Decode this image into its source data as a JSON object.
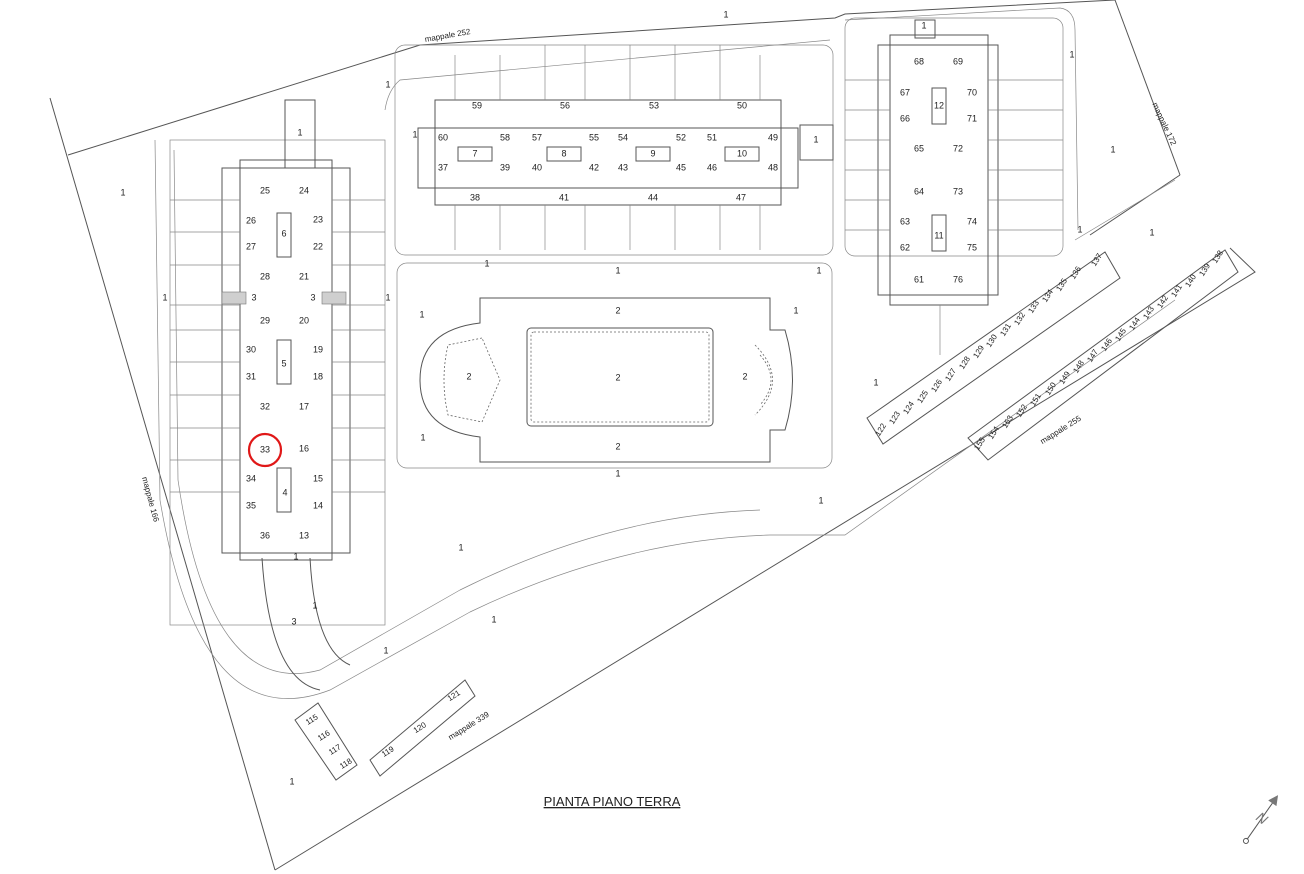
{
  "title": "PIANTA PIANO TERRA",
  "highlight": {
    "unit": "33",
    "color": "#e01818"
  },
  "parcels": {
    "mappale_252": "mappale 252",
    "mappale_166": "mappale 166",
    "mappale_172": "mappale 172",
    "mappale_255": "mappale 255",
    "mappale_339": "mappale 339"
  },
  "north_arrow": "N",
  "units": {
    "u1": "1",
    "u2": "2",
    "u3": "3",
    "u4": "4",
    "u5": "5",
    "u6": "6",
    "u7": "7",
    "u8": "8",
    "u9": "9",
    "u10": "10",
    "u11": "11",
    "u12": "12",
    "u13": "13",
    "u14": "14",
    "u15": "15",
    "u16": "16",
    "u17": "17",
    "u18": "18",
    "u19": "19",
    "u20": "20",
    "u21": "21",
    "u22": "22",
    "u23": "23",
    "u24": "24",
    "u25": "25",
    "u26": "26",
    "u27": "27",
    "u28": "28",
    "u29": "29",
    "u30": "30",
    "u31": "31",
    "u32": "32",
    "u33": "33",
    "u34": "34",
    "u35": "35",
    "u36": "36",
    "u37": "37",
    "u38": "38",
    "u39": "39",
    "u40": "40",
    "u41": "41",
    "u42": "42",
    "u43": "43",
    "u44": "44",
    "u45": "45",
    "u46": "46",
    "u47": "47",
    "u48": "48",
    "u49": "49",
    "u50": "50",
    "u51": "51",
    "u52": "52",
    "u53": "53",
    "u54": "54",
    "u55": "55",
    "u56": "56",
    "u57": "57",
    "u58": "58",
    "u59": "59",
    "u60": "60",
    "u61": "61",
    "u62": "62",
    "u63": "63",
    "u64": "64",
    "u65": "65",
    "u66": "66",
    "u67": "67",
    "u68": "68",
    "u69": "69",
    "u70": "70",
    "u71": "71",
    "u72": "72",
    "u73": "73",
    "u74": "74",
    "u75": "75",
    "u76": "76",
    "u115": "115",
    "u116": "116",
    "u117": "117",
    "u118": "118",
    "u119": "119",
    "u120": "120",
    "u121": "121",
    "u122": "122",
    "u123": "123",
    "u124": "124",
    "u125": "125",
    "u126": "126",
    "u127": "127",
    "u128": "128",
    "u129": "129",
    "u130": "130",
    "u131": "131",
    "u132": "132",
    "u133": "133",
    "u134": "134",
    "u135": "135",
    "u136": "136",
    "u137": "137",
    "u138": "138",
    "u139": "139",
    "u140": "140",
    "u141": "141",
    "u142": "142",
    "u143": "143",
    "u144": "144",
    "u145": "145",
    "u146": "146",
    "u147": "147",
    "u148": "148",
    "u149": "149",
    "u150": "150",
    "u151": "151",
    "u152": "152",
    "u153": "153",
    "u154": "154",
    "u155": "155"
  }
}
